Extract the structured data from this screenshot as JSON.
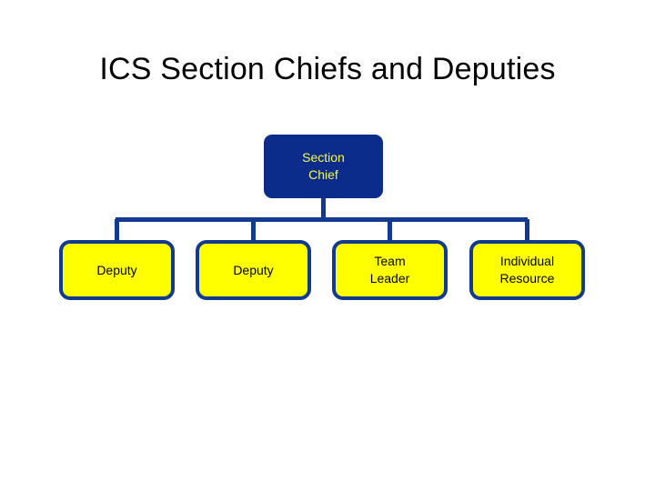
{
  "slide": {
    "title": "ICS Section Chiefs and Deputies",
    "background_color": "#FFFFFF"
  },
  "colors": {
    "navy": "#0B2C8A",
    "border_navy": "#123A8F",
    "yellow_fill": "#FFFF00",
    "yellow_text": "#FAFA46",
    "black_text": "#000000"
  },
  "chart_data": {
    "type": "diagram",
    "diagram_type": "organization-chart",
    "title": "ICS Section Chiefs and Deputies",
    "orientation": "top-down",
    "nodes": [
      {
        "id": "root",
        "label": "Section Chief",
        "lines": [
          "Section",
          "Chief"
        ],
        "fill": "#0B2C8A",
        "text_color": "#FAFA46",
        "level": 0
      },
      {
        "id": "deputy-1",
        "label": "Deputy",
        "lines": [
          "Deputy"
        ],
        "fill": "#FFFF00",
        "text_color": "#000000",
        "level": 1
      },
      {
        "id": "deputy-2",
        "label": "Deputy",
        "lines": [
          "Deputy"
        ],
        "fill": "#FFFF00",
        "text_color": "#000000",
        "level": 1
      },
      {
        "id": "team-leader",
        "label": "Team Leader",
        "lines": [
          "Team",
          "Leader"
        ],
        "fill": "#FFFF00",
        "text_color": "#000000",
        "level": 1
      },
      {
        "id": "individual-resource",
        "label": "Individual Resource",
        "lines": [
          "Individual",
          "Resource"
        ],
        "fill": "#FFFF00",
        "text_color": "#000000",
        "level": 1
      }
    ],
    "edges": [
      {
        "from": "root",
        "to": "deputy-1"
      },
      {
        "from": "root",
        "to": "deputy-2"
      },
      {
        "from": "root",
        "to": "team-leader"
      },
      {
        "from": "root",
        "to": "individual-resource"
      }
    ]
  }
}
